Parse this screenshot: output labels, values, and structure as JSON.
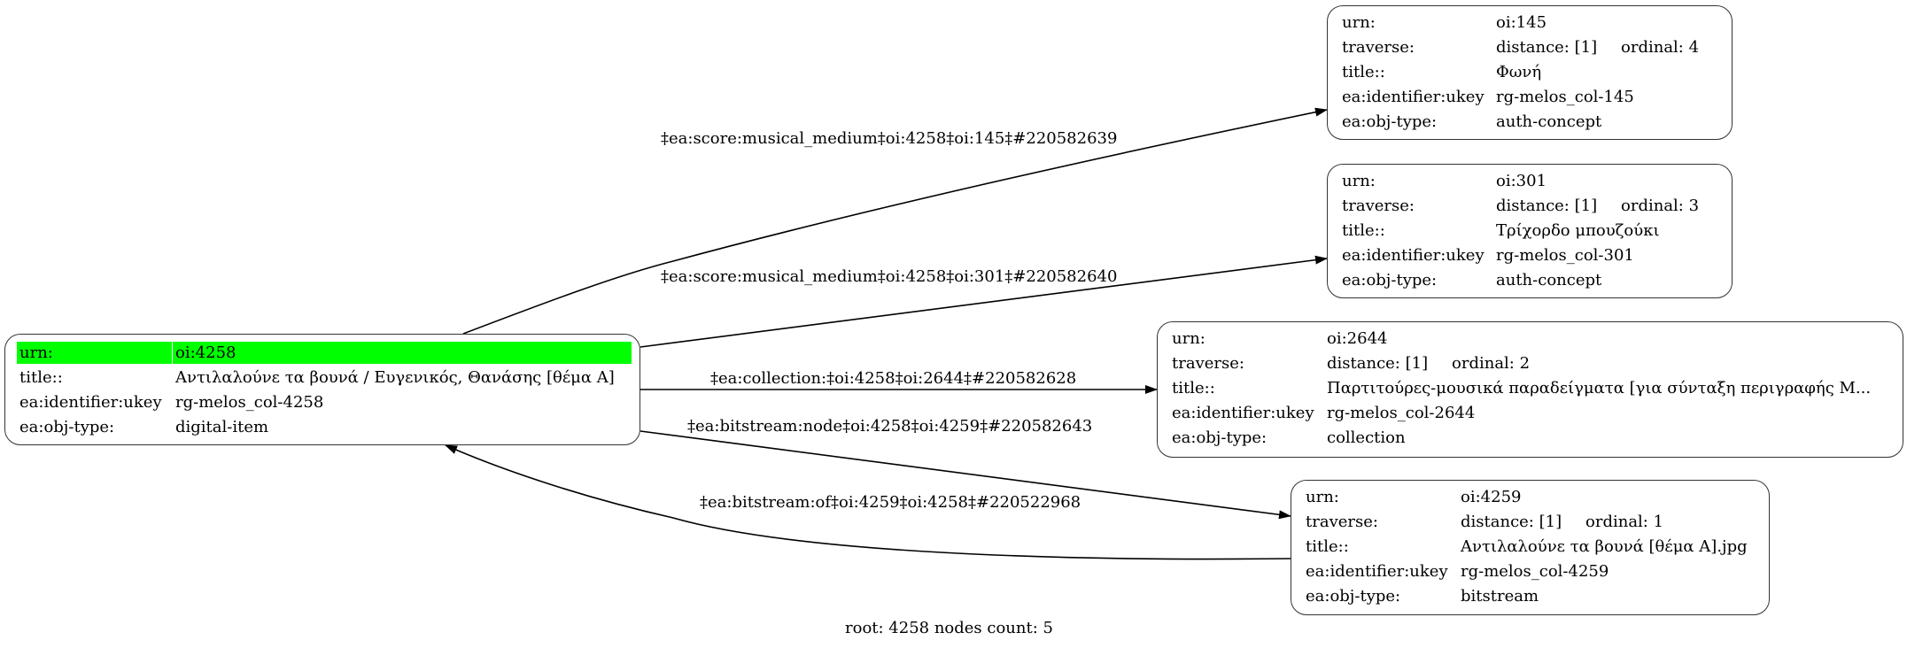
{
  "graph": {
    "footer": "root: 4258 nodes count: 5",
    "highlight_color": "#00ff00",
    "root": {
      "rows": [
        {
          "key": "urn:",
          "value": "oi:4258"
        },
        {
          "key": "title::",
          "value": "Αντιλαλούνε τα βουνά / Ευγενικός, Θανάσης [θέμα Α]"
        },
        {
          "key": "ea:identifier:ukey",
          "value": "rg-melos_col-4258"
        },
        {
          "key": "ea:obj-type:",
          "value": "digital-item"
        }
      ]
    },
    "nodes": [
      {
        "urn_label": "urn:",
        "urn": "oi:145",
        "traverse_label": "traverse:",
        "distance": "distance: [1]",
        "ordinal": "ordinal: 4",
        "title_label": "title::",
        "title": "Φωνή",
        "ukey_label": "ea:identifier:ukey",
        "ukey": "rg-melos_col-145",
        "type_label": "ea:obj-type:",
        "type": "auth-concept"
      },
      {
        "urn_label": "urn:",
        "urn": "oi:301",
        "traverse_label": "traverse:",
        "distance": "distance: [1]",
        "ordinal": "ordinal: 3",
        "title_label": "title::",
        "title": "Τρίχορδο μπουζούκι",
        "ukey_label": "ea:identifier:ukey",
        "ukey": "rg-melos_col-301",
        "type_label": "ea:obj-type:",
        "type": "auth-concept"
      },
      {
        "urn_label": "urn:",
        "urn": "oi:2644",
        "traverse_label": "traverse:",
        "distance": "distance: [1]",
        "ordinal": "ordinal: 2",
        "title_label": "title::",
        "title": "Παρτιτούρες-μουσικά παραδείγματα [για σύνταξη περιγραφής Μ...",
        "ukey_label": "ea:identifier:ukey",
        "ukey": "rg-melos_col-2644",
        "type_label": "ea:obj-type:",
        "type": "collection"
      },
      {
        "urn_label": "urn:",
        "urn": "oi:4259",
        "traverse_label": "traverse:",
        "distance": "distance: [1]",
        "ordinal": "ordinal: 1",
        "title_label": "title::",
        "title": "Αντιλαλούνε τα βουνά [θέμα Α].jpg",
        "ukey_label": "ea:identifier:ukey",
        "ukey": "rg-melos_col-4259",
        "type_label": "ea:obj-type:",
        "type": "bitstream"
      }
    ],
    "edges": [
      {
        "from": "oi:4258",
        "to": "oi:145",
        "label": "‡ea:score:musical_medium‡oi:4258‡oi:145‡#220582639"
      },
      {
        "from": "oi:4258",
        "to": "oi:301",
        "label": "‡ea:score:musical_medium‡oi:4258‡oi:301‡#220582640"
      },
      {
        "from": "oi:4258",
        "to": "oi:2644",
        "label": "‡ea:collection:‡oi:4258‡oi:2644‡#220582628"
      },
      {
        "from": "oi:4258",
        "to": "oi:4259",
        "label": "‡ea:bitstream:node‡oi:4258‡oi:4259‡#220582643"
      },
      {
        "from": "oi:4259",
        "to": "oi:4258",
        "label": "‡ea:bitstream:of‡oi:4259‡oi:4258‡#220522968"
      }
    ]
  }
}
